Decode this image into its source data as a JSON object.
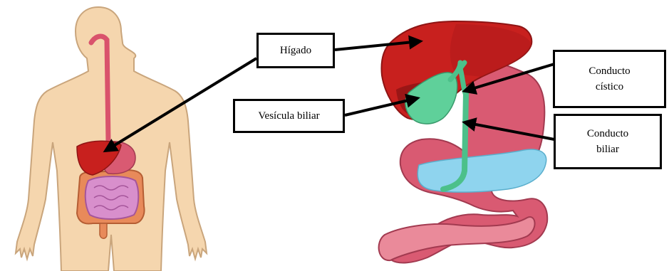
{
  "labels": {
    "higado": "Hígado",
    "vesicula_biliar": "Vesícula biliar",
    "conducto_cistico": "Conducto\ncístico",
    "conducto_biliar": "Conducto\nbiliar"
  },
  "colors": {
    "skin": "#f5d6ae",
    "skin_outline": "#c9a57c",
    "liver": "#c8201e",
    "liver_dark": "#8e1414",
    "gallbladder": "#5fd09a",
    "duct": "#4cc08a",
    "stomach": "#d95a72",
    "stomach_light": "#ea8a9a",
    "pancreas": "#8fd4ee",
    "small_intestine": "#d88fcc",
    "large_intestine": "#e88a5a",
    "arrow": "#000000"
  }
}
